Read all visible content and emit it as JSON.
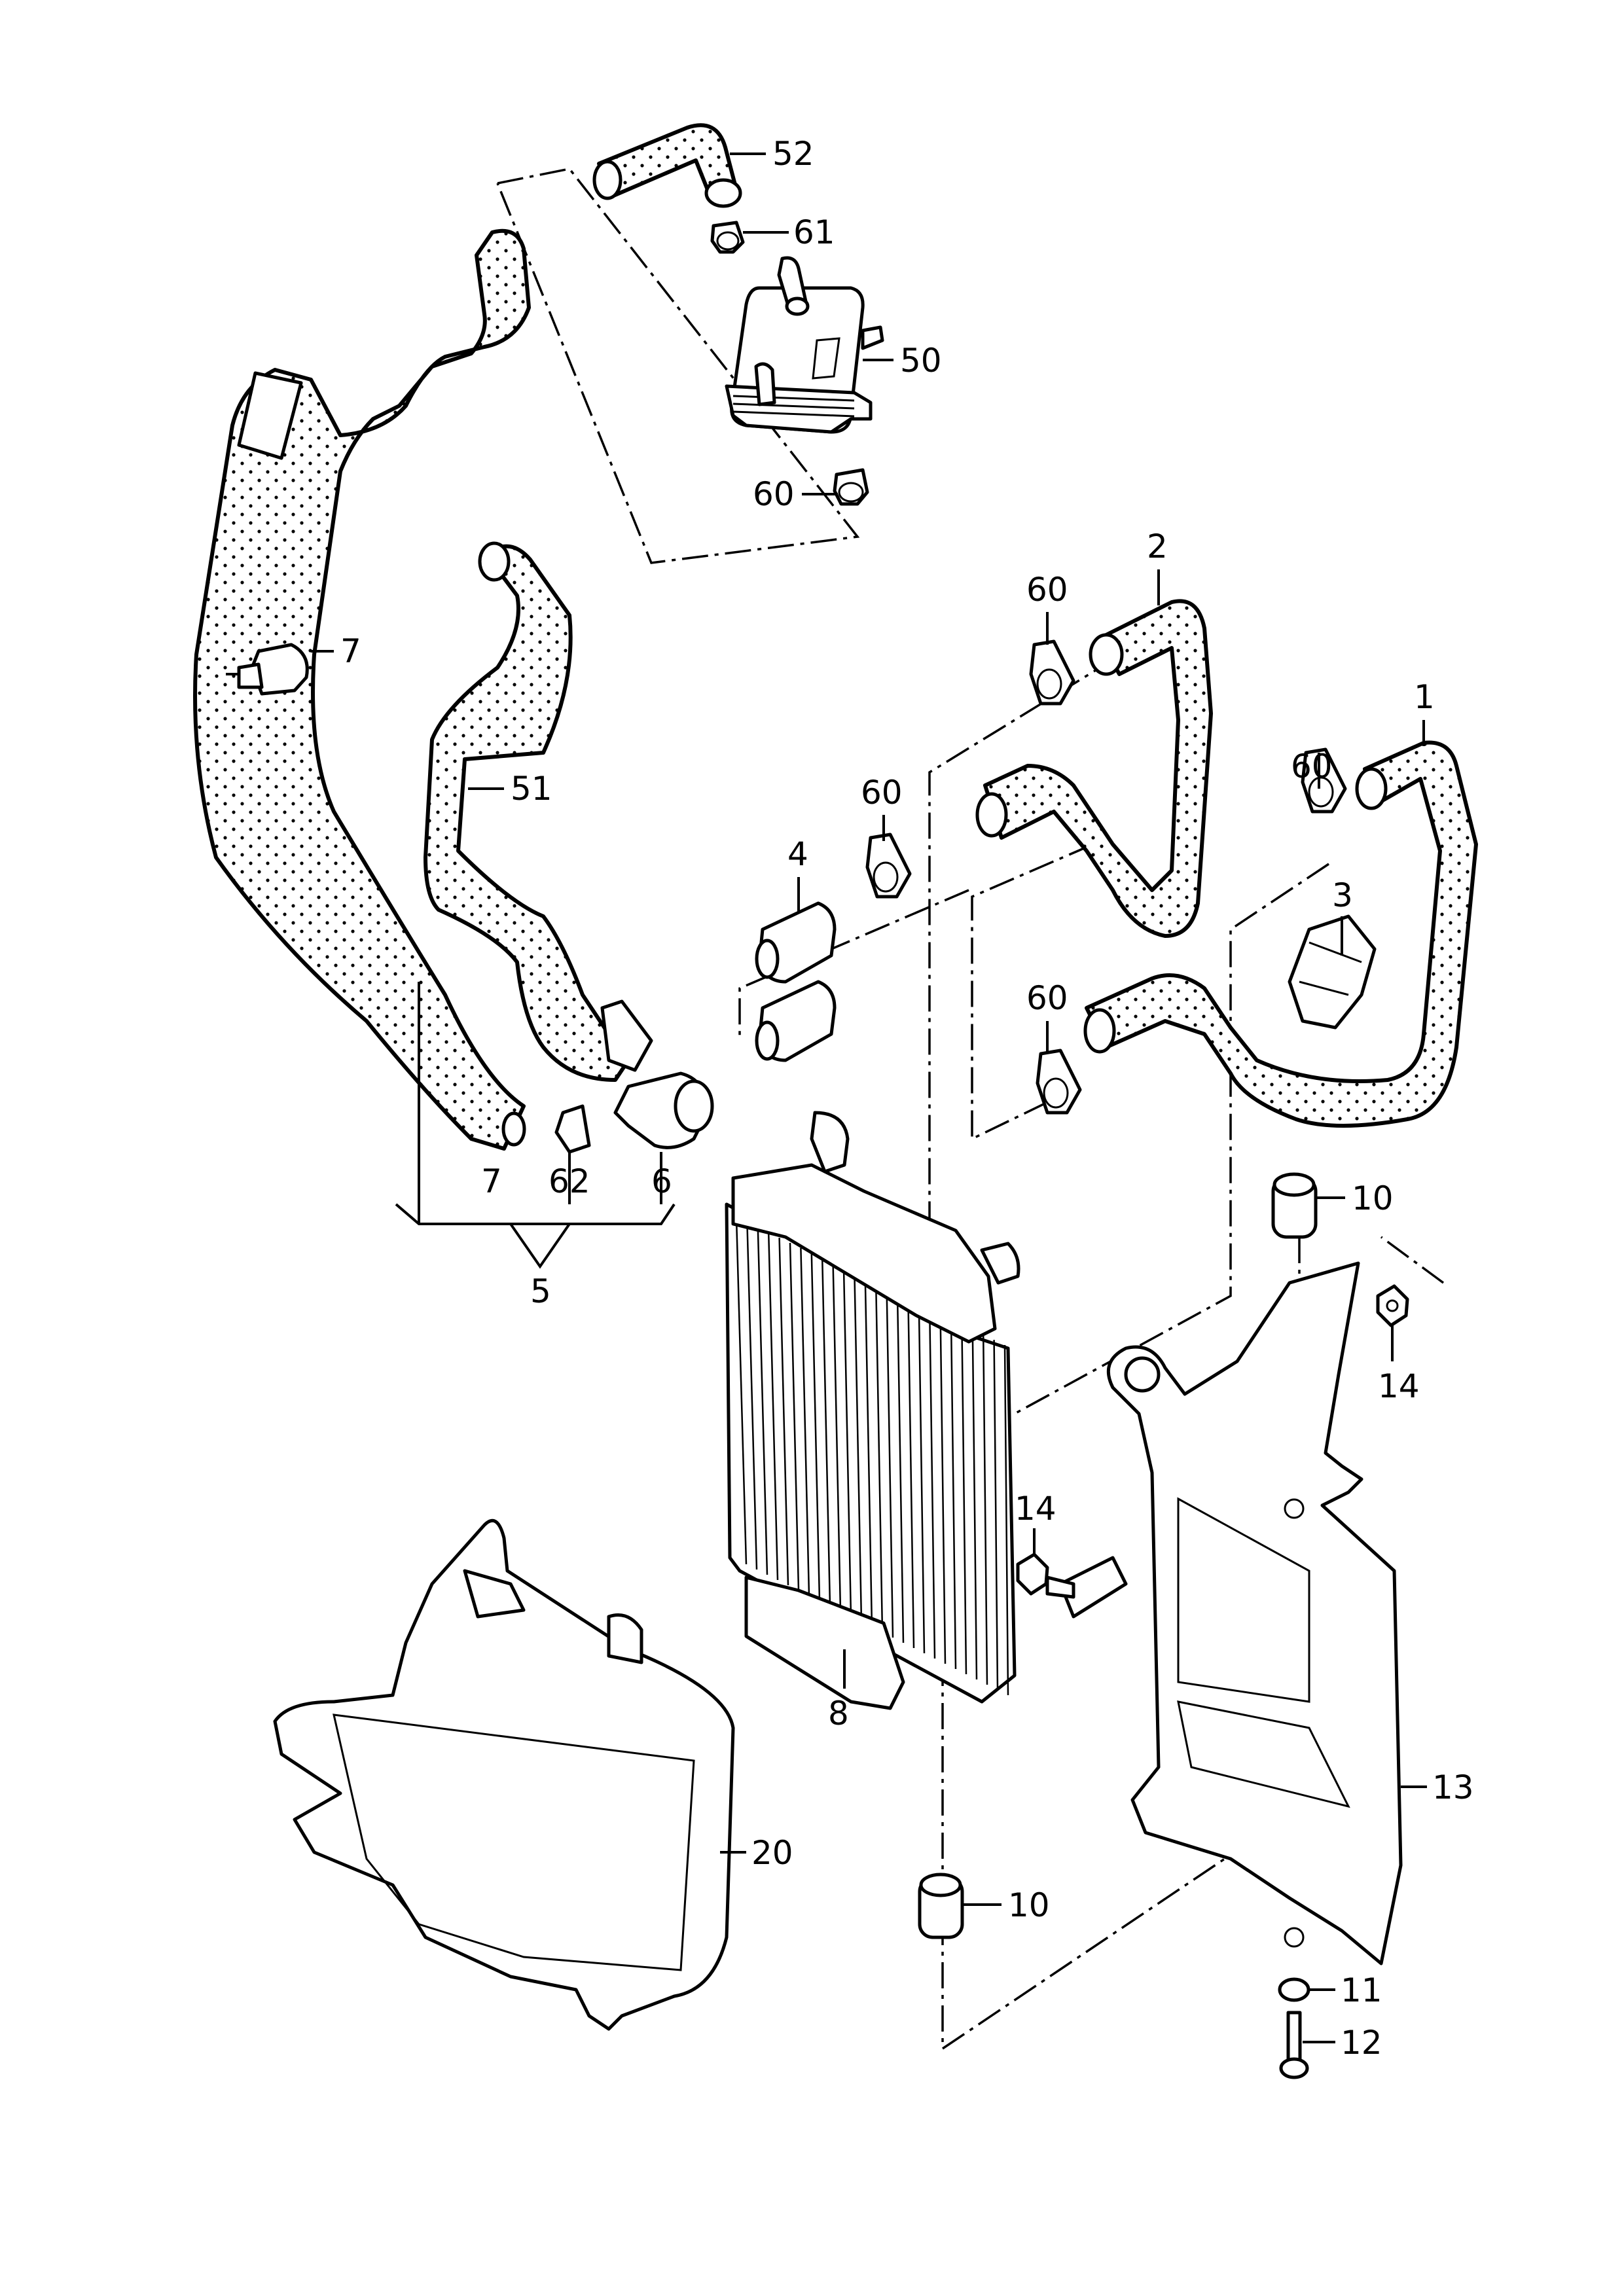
{
  "diagram": {
    "type": "exploded parts diagram",
    "subject": "auxiliary radiator / coolant hoses assembly",
    "callouts": {
      "c1": "1",
      "c2": "2",
      "c3": "3",
      "c4": "4",
      "c5": "5",
      "c6": "6",
      "c7a": "7",
      "c7b": "7",
      "c8": "8",
      "c10a": "10",
      "c10b": "10",
      "c11": "11",
      "c12": "12",
      "c13": "13",
      "c14a": "14",
      "c14b": "14",
      "c20": "20",
      "c50": "50",
      "c51": "51",
      "c52": "52",
      "c60a": "60",
      "c60b": "60",
      "c60c": "60",
      "c60d": "60",
      "c60e": "60",
      "c61": "61",
      "c62": "62"
    },
    "parts": [
      {
        "id": "1",
        "name": "coolant hose (right)"
      },
      {
        "id": "2",
        "name": "coolant hose (upper)"
      },
      {
        "id": "3",
        "name": "hose holder clip"
      },
      {
        "id": "4",
        "name": "double connector"
      },
      {
        "id": "5",
        "name": "hose assembly (includes 7, 62, 6)"
      },
      {
        "id": "6",
        "name": "elbow connector"
      },
      {
        "id": "7",
        "name": "hose clamp"
      },
      {
        "id": "8",
        "name": "auxiliary radiator"
      },
      {
        "id": "10",
        "name": "rubber mount"
      },
      {
        "id": "11",
        "name": "washer"
      },
      {
        "id": "12",
        "name": "screw"
      },
      {
        "id": "13",
        "name": "bracket"
      },
      {
        "id": "14",
        "name": "nut"
      },
      {
        "id": "20",
        "name": "air duct"
      },
      {
        "id": "50",
        "name": "oil cooler"
      },
      {
        "id": "51",
        "name": "coolant hose (middle)"
      },
      {
        "id": "52",
        "name": "coolant hose (top)"
      },
      {
        "id": "60",
        "name": "spring clip"
      },
      {
        "id": "61",
        "name": "spring clip"
      },
      {
        "id": "62",
        "name": "spring clip"
      }
    ]
  }
}
